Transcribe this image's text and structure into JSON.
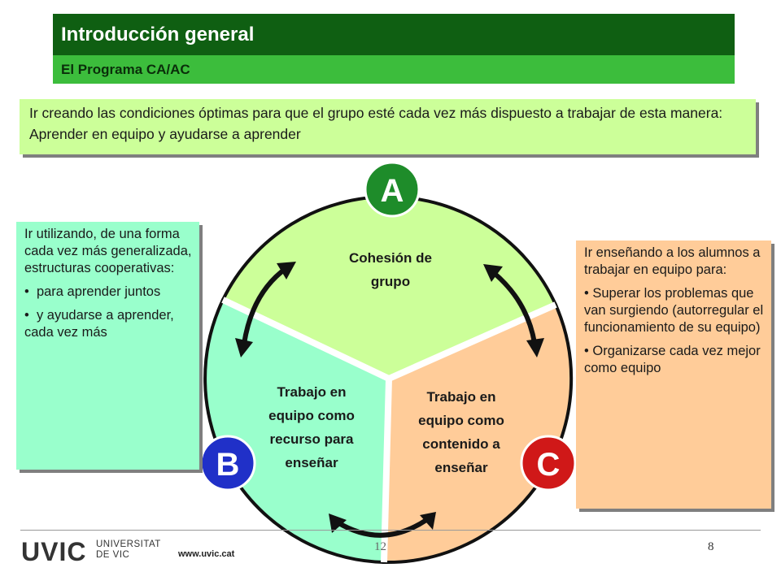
{
  "header": {
    "title": "Introducción general",
    "subtitle": "El Programa CA/AC"
  },
  "intro": "Ir creando las condiciones óptimas para que el grupo esté cada vez más dispuesto a trabajar de esta manera: Aprender en equipo y ayudarse a aprender",
  "left_panel": {
    "intro": "Ir utilizando, de una forma cada vez más generalizada, estructuras cooperativas:",
    "bullets": [
      "para aprender juntos",
      "y ayudarse a aprender, cada vez más"
    ]
  },
  "right_panel": {
    "intro": "Ir enseñando a los alumnos a trabajar en equipo para:",
    "bullets": [
      "Superar los problemas que van surgiendo (autorregular el funcionamiento de su equipo)",
      "Organizarse cada vez mejor como equipo"
    ]
  },
  "diagram": {
    "sector_a": [
      "Cohesión de",
      "grupo"
    ],
    "sector_b": [
      "Trabajo en",
      "equipo como",
      "recurso para",
      "enseñar"
    ],
    "sector_c": [
      "Trabajo en",
      "equipo como",
      "contenido a",
      "enseñar"
    ],
    "badge_a": "A",
    "badge_b": "B",
    "badge_c": "C",
    "colors": {
      "sector_a": "#ccff99",
      "sector_b": "#99ffcc",
      "sector_c": "#ffcc99",
      "badge_a": "#1e8c2a",
      "badge_b": "#2030c8",
      "badge_c": "#d01818"
    }
  },
  "footer": {
    "logo": "UVIC",
    "logo_sub_1": "UNIVERSITAT",
    "logo_sub_2": "DE VIC",
    "url": "www.uvic.cat",
    "center_number": "12",
    "page_number": "8"
  }
}
